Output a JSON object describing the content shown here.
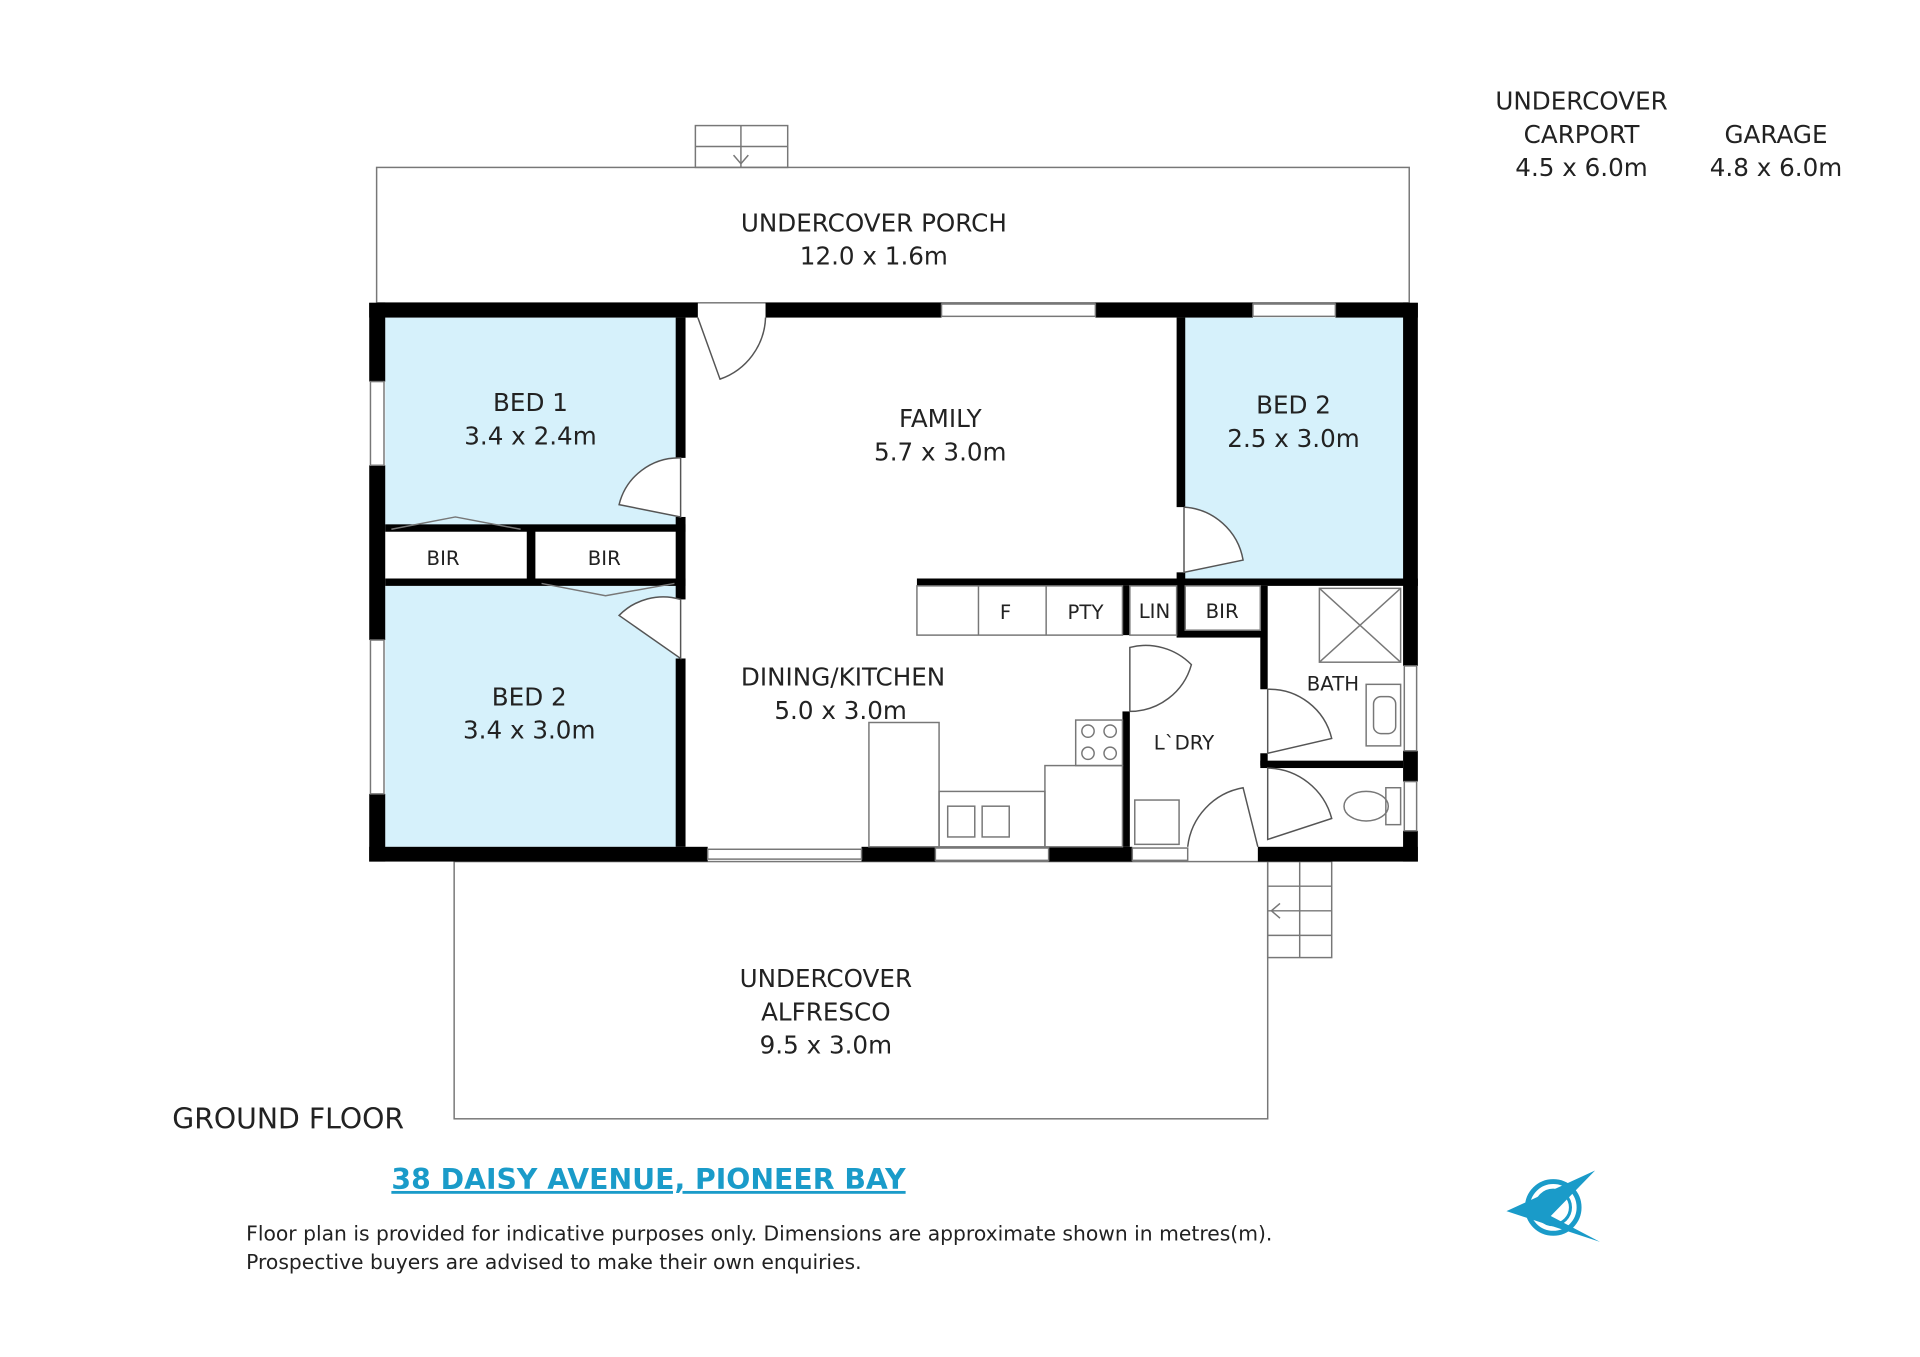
{
  "rooms": {
    "porch": {
      "name": "UNDERCOVER PORCH",
      "size": "12.0 x 1.6m"
    },
    "bed1": {
      "name": "BED 1",
      "size": "3.4 x 2.4m"
    },
    "bed2_left": {
      "name": "BED 2",
      "size": "3.4 x 3.0m"
    },
    "family": {
      "name": "FAMILY",
      "size": "5.7 x 3.0m"
    },
    "bed2_right": {
      "name": "BED 2",
      "size": "2.5 x 3.0m"
    },
    "dining": {
      "name": "DINING/KITCHEN",
      "size": "5.0 x 3.0m"
    },
    "alfresco": {
      "name1": "UNDERCOVER",
      "name2": "ALFRESCO",
      "size": "9.5 x 3.0m"
    },
    "carport": {
      "name1": "UNDERCOVER",
      "name2": "CARPORT",
      "size": "4.5 x 6.0m"
    },
    "garage": {
      "name": "GARAGE",
      "size": "4.8 x 6.0m"
    }
  },
  "small_labels": {
    "bir1": "BIR",
    "bir2": "BIR",
    "bir3": "BIR",
    "fridge": "F",
    "pantry": "PTY",
    "linen": "LIN",
    "laundry": "L`DRY",
    "bath": "BATH"
  },
  "floor_label": "GROUND FLOOR",
  "address": "38 DAISY AVENUE, PIONEER BAY",
  "disclaimer": {
    "line1": "Floor plan is provided for indicative purposes only.  Dimensions are approximate shown in metres(m).",
    "line2": "Prospective buyers are advised to make their own enquiries."
  },
  "colors": {
    "room_fill": "#d6f1fb",
    "accent": "#1a9bc9"
  }
}
